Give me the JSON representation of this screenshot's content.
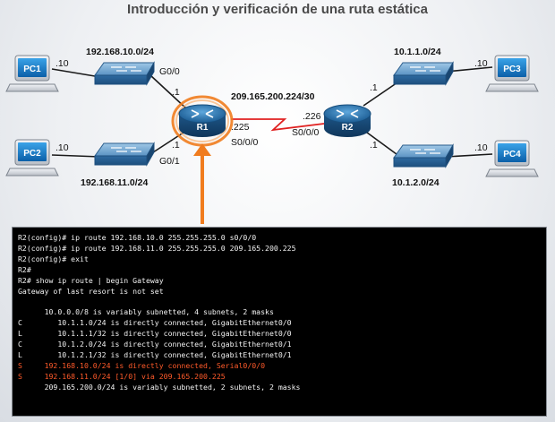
{
  "title": "Introducción y verificación de una ruta estática",
  "topology": {
    "nodes": {
      "pc1": {
        "label": "PC1",
        "addr": ".10"
      },
      "pc2": {
        "label": "PC2",
        "addr": ".10"
      },
      "pc3": {
        "label": "PC3",
        "addr": ".10"
      },
      "pc4": {
        "label": "PC4",
        "addr": ".10"
      },
      "r1": {
        "label": "R1"
      },
      "r2": {
        "label": "R2"
      }
    },
    "networks": {
      "lan1": "192.168.10.0/24",
      "lan2": "192.168.11.0/24",
      "lan3": "10.1.1.0/24",
      "lan4": "10.1.2.0/24",
      "wan": "209.165.200.224/30"
    },
    "interfaces": {
      "r1_g00": "G0/0",
      "r1_g00_addr": ".1",
      "r1_g01": "G0/1",
      "r1_g01_addr": ".1",
      "r1_s000": "S0/0/0",
      "r1_s000_addr": ".225",
      "r2_s000": "S0/0/0",
      "r2_s000_addr": ".226",
      "r2_lan3_addr": ".1",
      "r2_lan4_addr": ".1"
    }
  },
  "cli": {
    "lines": [
      {
        "text": "R2(config)# ip route 192.168.10.0 255.255.255.0 s0/0/0",
        "highlight": false
      },
      {
        "text": "R2(config)# ip route 192.168.11.0 255.255.255.0 209.165.200.225",
        "highlight": false
      },
      {
        "text": "R2(config)# exit",
        "highlight": false
      },
      {
        "text": "R2#",
        "highlight": false
      },
      {
        "text": "R2# show ip route | begin Gateway",
        "highlight": false
      },
      {
        "text": "Gateway of last resort is not set",
        "highlight": false
      },
      {
        "text": "",
        "highlight": false
      },
      {
        "text": "      10.0.0.0/8 is variably subnetted, 4 subnets, 2 masks",
        "highlight": false
      },
      {
        "text": "C        10.1.1.0/24 is directly connected, GigabitEthernet0/0",
        "highlight": false
      },
      {
        "text": "L        10.1.1.1/32 is directly connected, GigabitEthernet0/0",
        "highlight": false
      },
      {
        "text": "C        10.1.2.0/24 is directly connected, GigabitEthernet0/1",
        "highlight": false
      },
      {
        "text": "L        10.1.2.1/32 is directly connected, GigabitEthernet0/1",
        "highlight": false
      },
      {
        "text": "S     192.168.10.0/24 is directly connected, Serial0/0/0",
        "highlight": true
      },
      {
        "text": "S     192.168.11.0/24 [1/0] via 209.165.200.225",
        "highlight": true
      },
      {
        "text": "      209.165.200.0/24 is variably subnetted, 2 subnets, 2 masks",
        "highlight": false
      }
    ]
  }
}
